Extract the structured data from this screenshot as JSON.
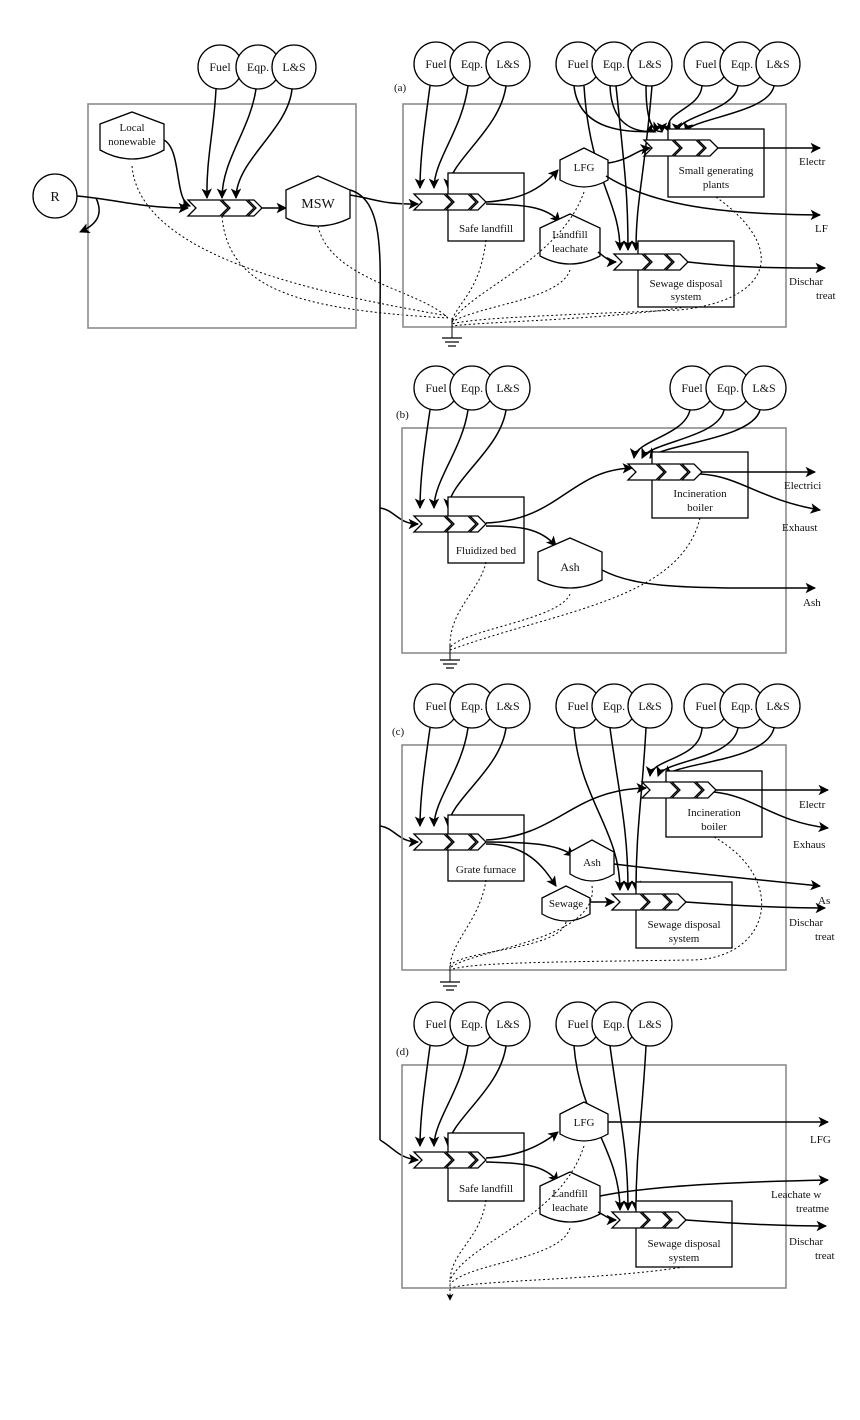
{
  "inputs": {
    "fuel": "Fuel",
    "equipment": "Eqp.",
    "labor": "L&S"
  },
  "source": {
    "resource": "R",
    "local_nonrenewable": [
      "Local",
      "nonewable"
    ],
    "msw": "MSW"
  },
  "panel_a": {
    "tag": "(a)",
    "lfg": "LFG",
    "leachate": [
      "Landfill",
      "leachate"
    ],
    "process": "Safe landfill",
    "generating": [
      "Small generating",
      "plants"
    ],
    "sewage_system": [
      "Sewage disposal",
      "system"
    ],
    "out_electricity": "Electr",
    "out_lfg": "LF",
    "out_discharge": [
      "Dischar",
      "treat"
    ]
  },
  "panel_b": {
    "tag": "(b)",
    "process": "Fluidized bed",
    "boiler": [
      "Incineration",
      "boiler"
    ],
    "ash": "Ash",
    "out_electricity": "Electrici",
    "out_exhaust": "Exhaust",
    "out_ash": "Ash"
  },
  "panel_c": {
    "tag": "(c)",
    "process": "Grate furnace",
    "boiler": [
      "Incineration",
      "boiler"
    ],
    "ash": "Ash",
    "sewage": "Sewage",
    "sewage_system": [
      "Sewage disposal",
      "system"
    ],
    "out_electricity": "Electr",
    "out_exhaust": "Exhaus",
    "out_ash": "As",
    "out_discharge": [
      "Dischar",
      "treat"
    ]
  },
  "panel_d": {
    "tag": "(d)",
    "lfg": "LFG",
    "leachate": [
      "Landfill",
      "leachate"
    ],
    "process": "Safe landfill",
    "sewage_system": [
      "Sewage disposal",
      "system"
    ],
    "out_lfg": "LFG",
    "out_leachate": [
      "Leachate w",
      "treatme"
    ],
    "out_discharge": [
      "Dischar",
      "treat"
    ]
  }
}
